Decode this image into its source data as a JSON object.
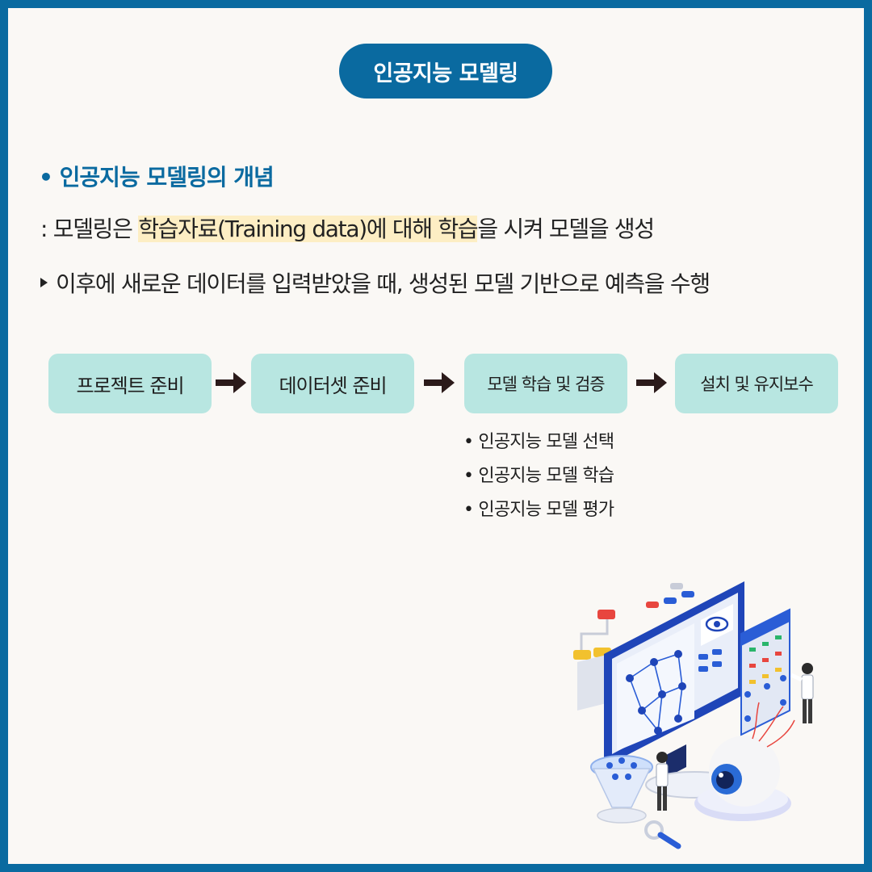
{
  "title": "인공지능 모델링",
  "concept": {
    "heading": "• 인공지능 모델링의 개념",
    "line1": {
      "prefix": ": 모델링은 ",
      "highlight1": "학습자료(Training data)에 대해 학습",
      "suffix": "을 시켜 모델을 생성"
    },
    "line2": "이후에 새로운 데이터를 입력받았을 때, 생성된 모델 기반으로 예측을 수행"
  },
  "process": {
    "steps": [
      "프로젝트 준비",
      "데이터셋 준비",
      "모델 학습 및 검증",
      "설치 및 유지보수"
    ],
    "substeps": [
      "인공지능 모델 선택",
      "인공지능 모델 학습",
      "인공지능 모델 평가"
    ]
  },
  "colors": {
    "brand": "#0a6aa0",
    "step_fill": "#b8e6e1",
    "highlight": "#fdeec4"
  },
  "illustration": {
    "icon": "ai-monitor-neural-network-illustration"
  }
}
